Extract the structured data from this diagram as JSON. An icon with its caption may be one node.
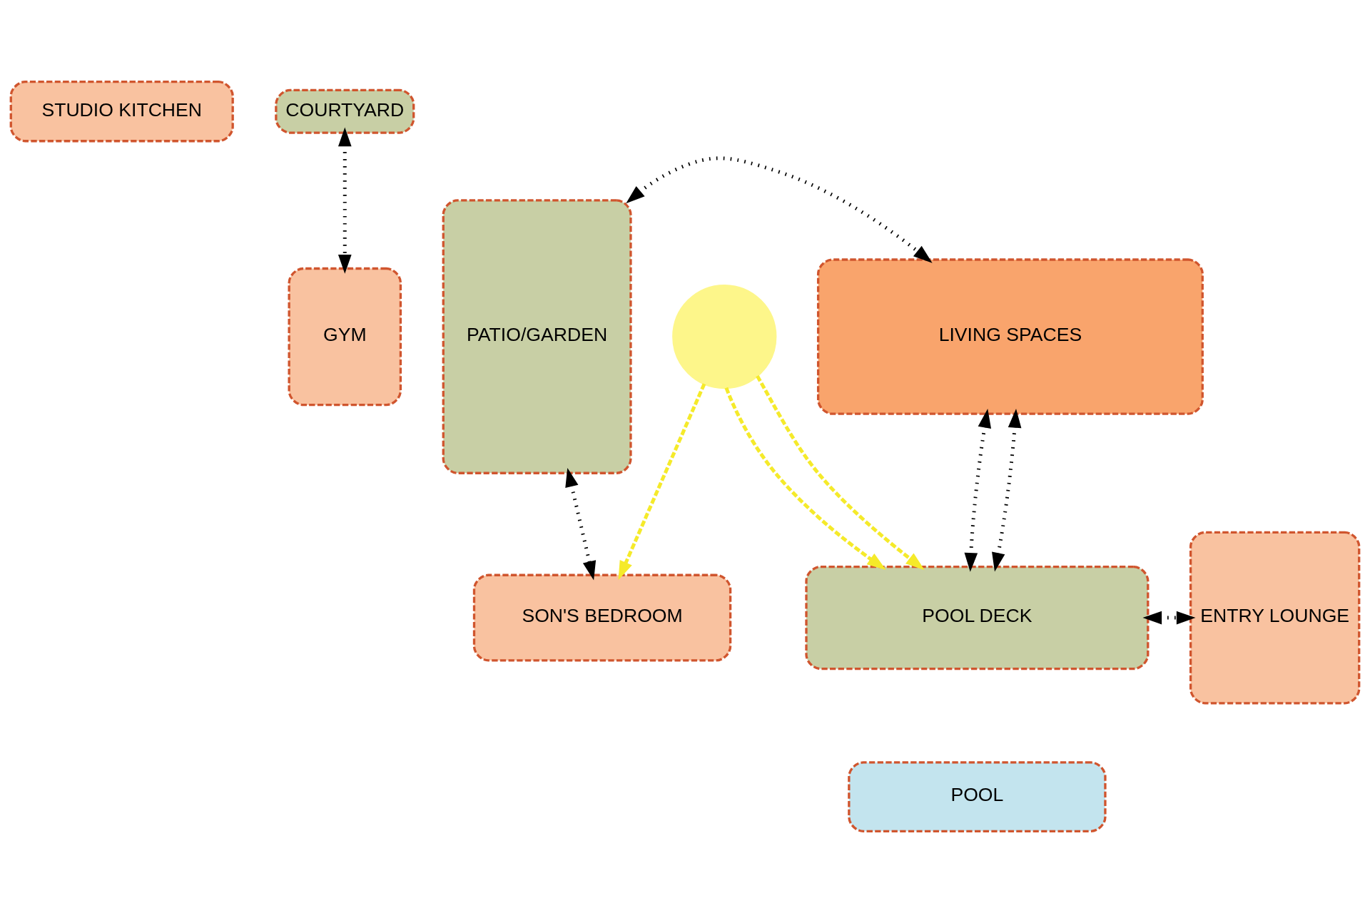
{
  "diagram": {
    "nodes": [
      {
        "text": [
          "STUDIO KITCHEN"
        ]
      },
      {
        "text": [
          "COURTYARD"
        ]
      },
      {
        "text": [
          "PATIO/GARDEN"
        ]
      },
      {
        "text": [
          "LIVING SPACES"
        ]
      },
      {
        "text": [
          "GYM"
        ]
      },
      {
        "text": [
          "ENTRY LOUNGE"
        ]
      },
      {
        "text": [
          "SON'S BEDROOM"
        ]
      },
      {
        "text": [
          "POOL DECK"
        ]
      },
      {
        "text": [
          "POOL"
        ]
      },
      {
        "text": [],
        "shape": "circle"
      }
    ],
    "edges": [
      {
        "from": 2,
        "to": 3,
        "arrow": "both"
      },
      {
        "from": 1,
        "to": 4,
        "arrow": "both"
      },
      {
        "from": 2,
        "to": 6,
        "arrow": "both"
      },
      {
        "from": 3,
        "to": 7,
        "arrow": "both"
      },
      {
        "from": 3,
        "to": 7,
        "arrow": "both"
      },
      {
        "from": 7,
        "to": 5,
        "arrow": "both"
      },
      {
        "from": 9,
        "to": 6,
        "arrow": "to",
        "style": "dashed",
        "color": "#f5ea2a"
      },
      {
        "from": 9,
        "to": 7,
        "arrow": "to",
        "style": "dashed",
        "color": "#f5ea2a"
      },
      {
        "from": 9,
        "to": 7,
        "arrow": "to",
        "style": "dashed",
        "color": "#f5ea2a"
      }
    ]
  }
}
